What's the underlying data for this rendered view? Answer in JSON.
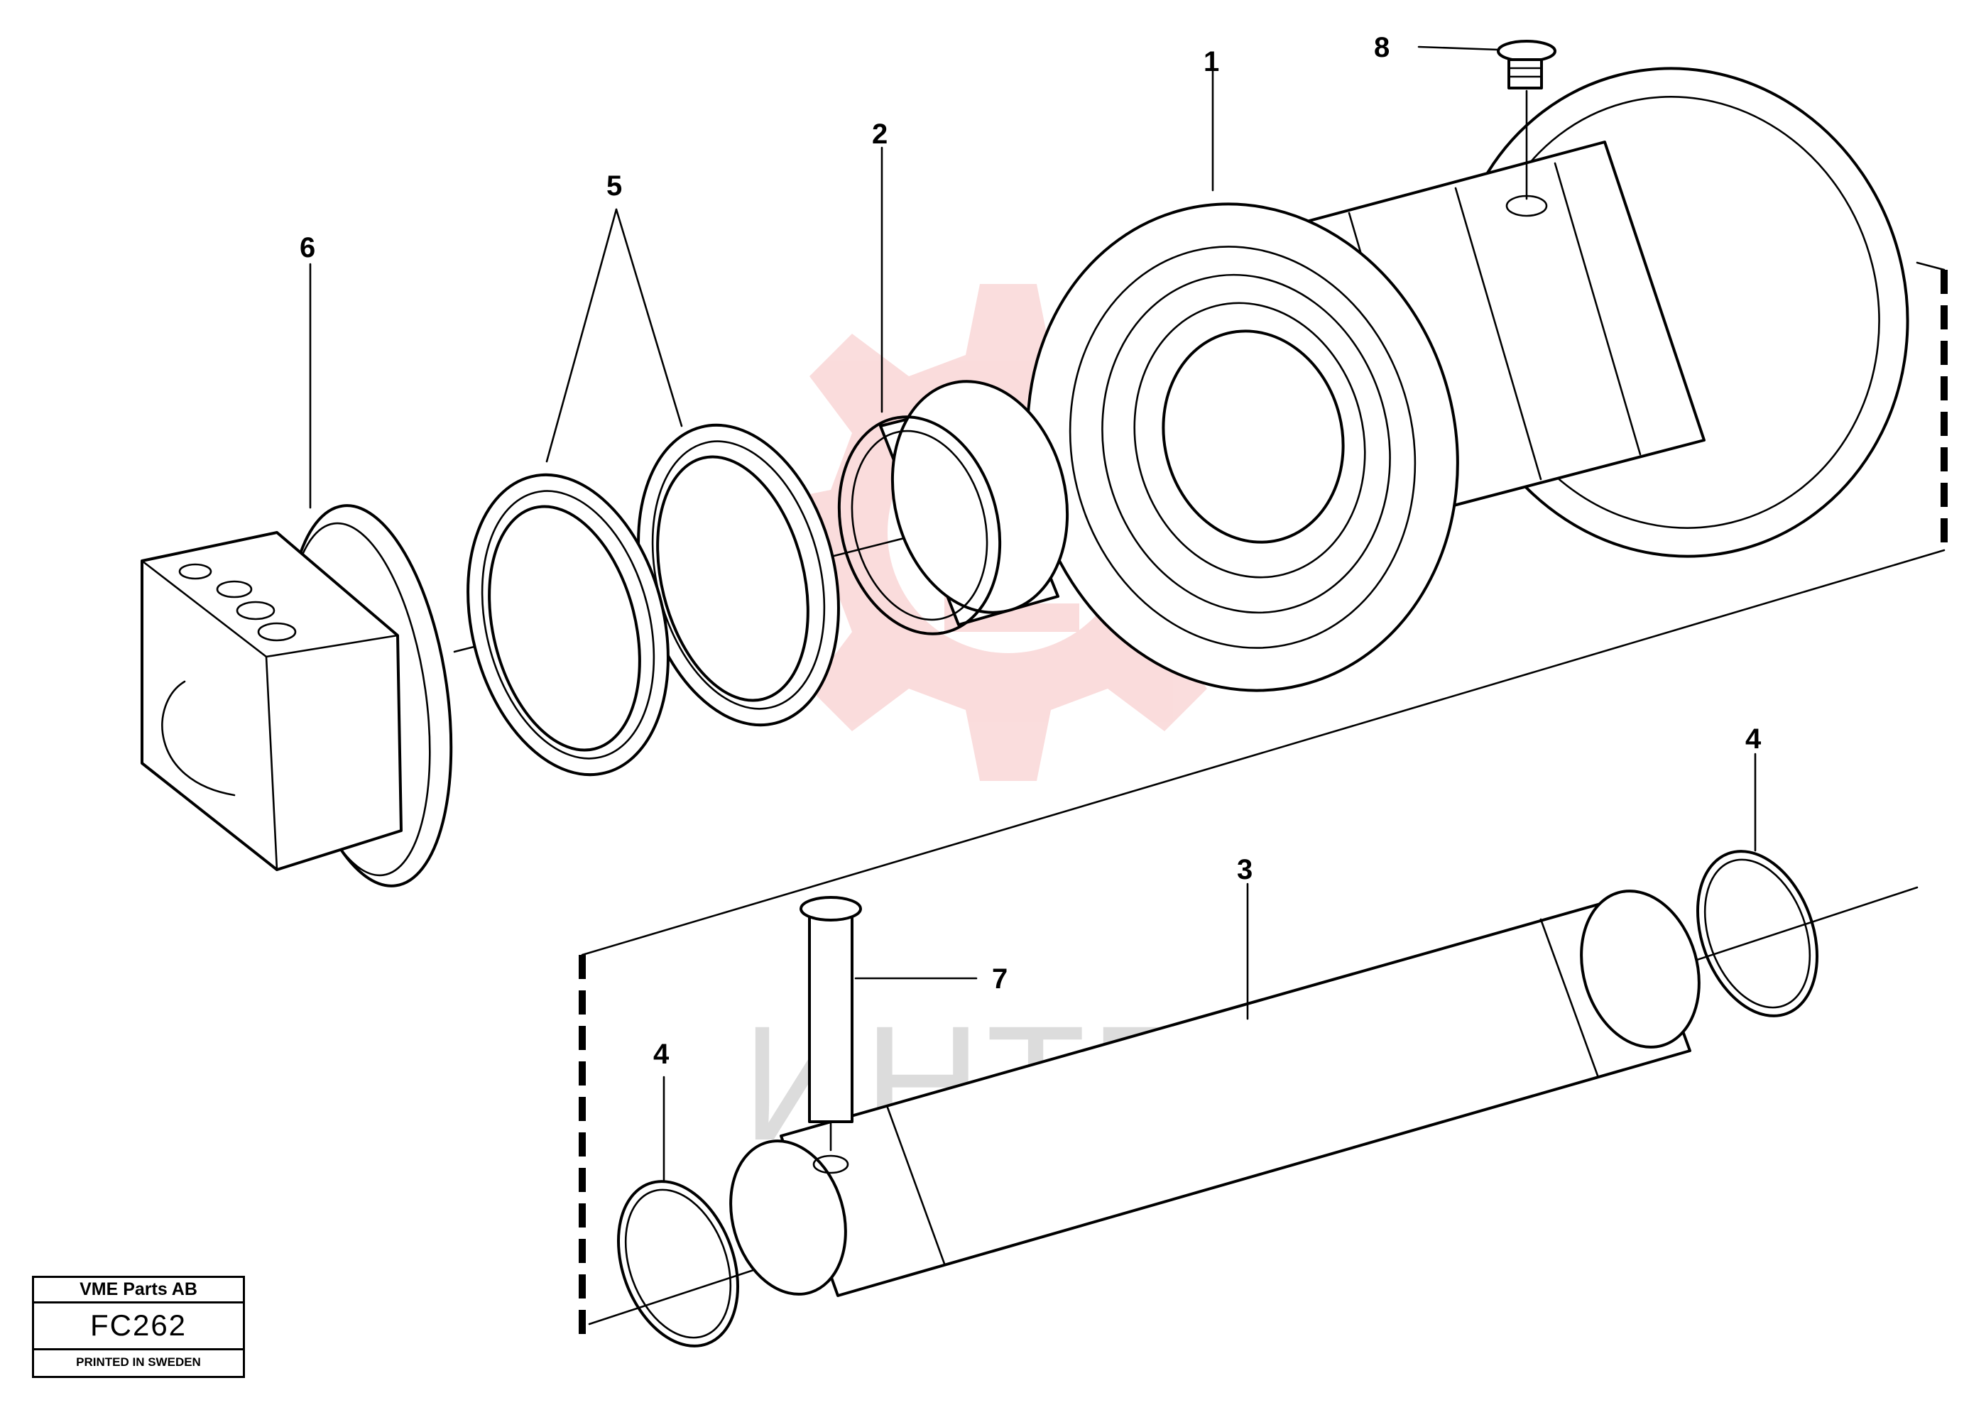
{
  "callouts": {
    "c1": "1",
    "c2": "2",
    "c3": "3",
    "c4a": "4",
    "c4b": "4",
    "c5": "5",
    "c6": "6",
    "c7": "7",
    "c8": "8"
  },
  "watermark": {
    "text": "ИНТЕХ",
    "color": "#f7c6c6"
  },
  "title_block": {
    "company": "VME Parts AB",
    "code": "FC262",
    "note": "PRINTED IN SWEDEN"
  }
}
